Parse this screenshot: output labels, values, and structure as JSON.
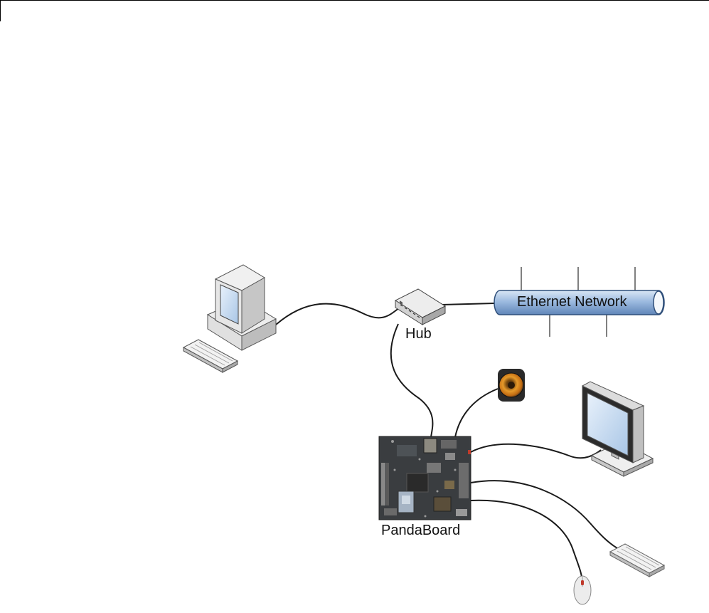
{
  "labels": {
    "hub": "Hub",
    "ethernet": "Ethernet Network",
    "board": "PandaBoard"
  },
  "colors": {
    "cable": "#1a1a1a",
    "pipe_fill": "#9dbbe0",
    "pipe_stroke": "#2f4f7a",
    "device_light": "#f2f2f2",
    "device_mid": "#cfcfcf",
    "device_dark": "#8a8a8a",
    "screen_blue": "#bfd6ee",
    "board_dark": "#3a3d40",
    "speaker_orange": "#e08a1e"
  },
  "icons": {
    "desktop": "desktop-computer-icon",
    "hub": "network-hub-icon",
    "monitor": "monitor-icon",
    "speaker": "speaker-icon",
    "keyboard": "keyboard-icon",
    "mouse": "mouse-icon",
    "board": "circuit-board-icon"
  }
}
